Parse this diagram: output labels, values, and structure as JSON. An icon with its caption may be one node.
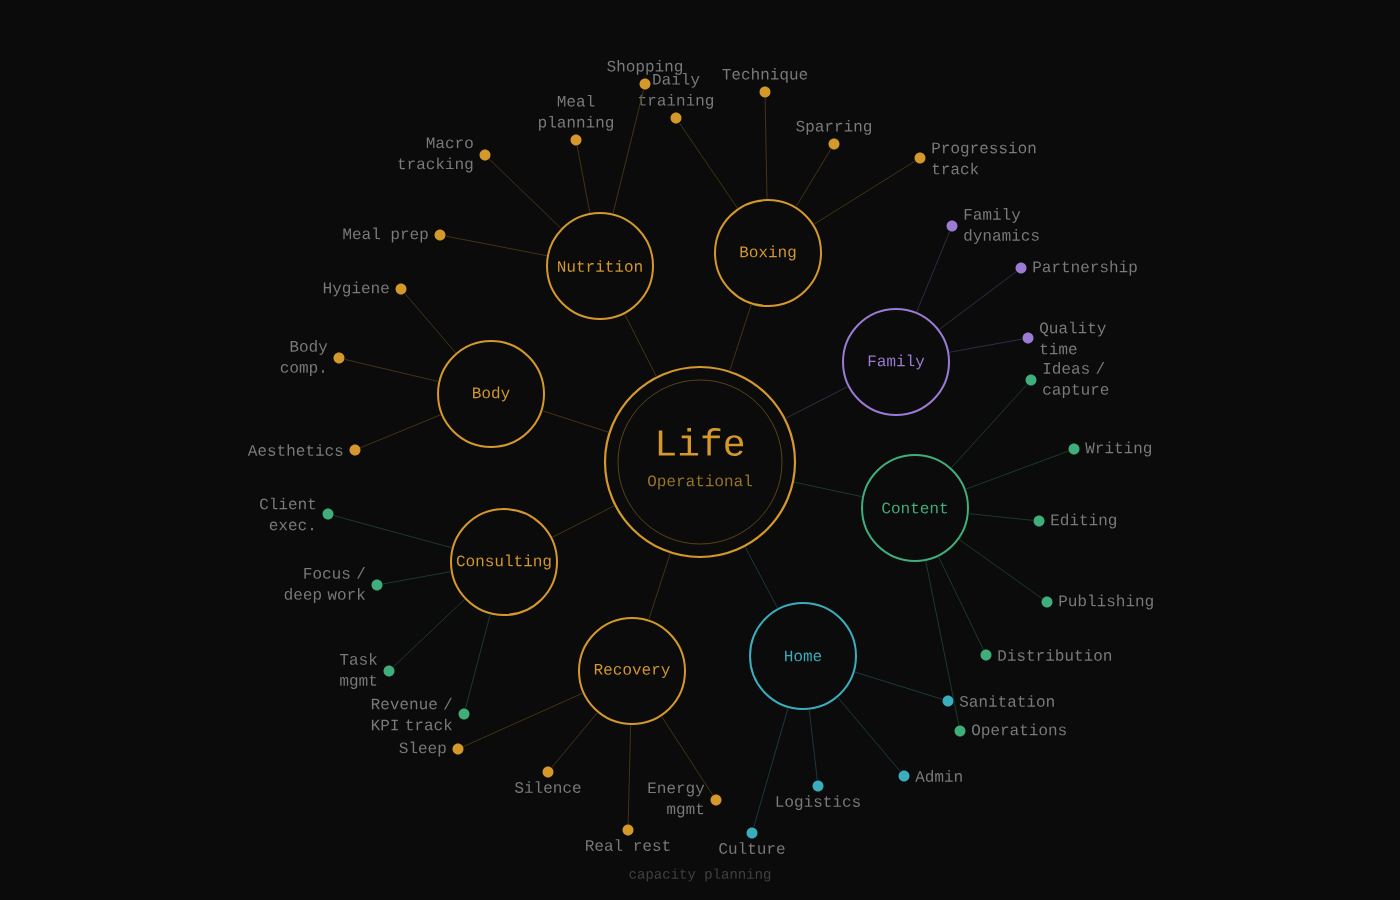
{
  "diagram": {
    "caption": "capacity planning",
    "nodes": [
      {
        "text": [
          "Life",
          "Operational"
        ]
      },
      {
        "text": [
          "Nutrition"
        ]
      },
      {
        "text": [
          "Boxing"
        ]
      },
      {
        "text": [
          "Family"
        ]
      },
      {
        "text": [
          "Content"
        ]
      },
      {
        "text": [
          "Home"
        ]
      },
      {
        "text": [
          "Recovery"
        ]
      },
      {
        "text": [
          "Consulting"
        ]
      },
      {
        "text": [
          "Body"
        ]
      },
      {
        "text": [
          "Meal prep"
        ]
      },
      {
        "text": [
          "Macro tracking"
        ]
      },
      {
        "text": [
          "Meal planning"
        ]
      },
      {
        "text": [
          "Shopping"
        ]
      },
      {
        "text": [
          "Daily training"
        ]
      },
      {
        "text": [
          "Technique"
        ]
      },
      {
        "text": [
          "Sparring"
        ]
      },
      {
        "text": [
          "Progression track"
        ]
      },
      {
        "text": [
          "Family dynamics"
        ]
      },
      {
        "text": [
          "Partnership"
        ]
      },
      {
        "text": [
          "Quality time"
        ]
      },
      {
        "text": [
          "Ideas / capture"
        ]
      },
      {
        "text": [
          "Writing"
        ]
      },
      {
        "text": [
          "Editing"
        ]
      },
      {
        "text": [
          "Publishing"
        ]
      },
      {
        "text": [
          "Distribution"
        ]
      },
      {
        "text": [
          "Operations"
        ]
      },
      {
        "text": [
          "Sanitation"
        ]
      },
      {
        "text": [
          "Admin"
        ]
      },
      {
        "text": [
          "Logistics"
        ]
      },
      {
        "text": [
          "Culture"
        ]
      },
      {
        "text": [
          "Sleep"
        ]
      },
      {
        "text": [
          "Silence"
        ]
      },
      {
        "text": [
          "Real rest"
        ]
      },
      {
        "text": [
          "Energy mgmt"
        ]
      },
      {
        "text": [
          "Client exec."
        ]
      },
      {
        "text": [
          "Focus / deep work"
        ]
      },
      {
        "text": [
          "Task mgmt"
        ]
      },
      {
        "text": [
          "Revenue / KPI track"
        ]
      },
      {
        "text": [
          "Hygiene"
        ]
      },
      {
        "text": [
          "Body comp."
        ]
      },
      {
        "text": [
          "Aesthetics"
        ]
      }
    ],
    "edges": [
      {
        "from": 0,
        "to": 1,
        "arrow": "none"
      },
      {
        "from": 0,
        "to": 2,
        "arrow": "none"
      },
      {
        "from": 0,
        "to": 3,
        "arrow": "none",
        "color": "#392f4b"
      },
      {
        "from": 0,
        "to": 4,
        "arrow": "none",
        "color": "#1c3f2f"
      },
      {
        "from": 0,
        "to": 5,
        "arrow": "none",
        "color": "#1a3f44"
      },
      {
        "from": 0,
        "to": 6,
        "arrow": "none"
      },
      {
        "from": 0,
        "to": 7,
        "arrow": "none"
      },
      {
        "from": 0,
        "to": 8,
        "arrow": "none"
      },
      {
        "from": 1,
        "to": 9,
        "arrow": "none"
      },
      {
        "from": 1,
        "to": 10,
        "arrow": "none"
      },
      {
        "from": 1,
        "to": 11,
        "arrow": "none"
      },
      {
        "from": 1,
        "to": 12,
        "arrow": "none"
      },
      {
        "from": 2,
        "to": 13,
        "arrow": "none"
      },
      {
        "from": 2,
        "to": 14,
        "arrow": "none"
      },
      {
        "from": 2,
        "to": 15,
        "arrow": "none"
      },
      {
        "from": 2,
        "to": 16,
        "arrow": "none"
      },
      {
        "from": 3,
        "to": 17,
        "arrow": "none",
        "color": "#392f4b"
      },
      {
        "from": 3,
        "to": 18,
        "arrow": "none",
        "color": "#392f4b"
      },
      {
        "from": 3,
        "to": 19,
        "arrow": "none",
        "color": "#392f4b"
      },
      {
        "from": 4,
        "to": 20,
        "arrow": "none",
        "color": "#1c3f2f"
      },
      {
        "from": 4,
        "to": 21,
        "arrow": "none",
        "color": "#1c3f2f"
      },
      {
        "from": 4,
        "to": 22,
        "arrow": "none",
        "color": "#1c3f2f"
      },
      {
        "from": 4,
        "to": 23,
        "arrow": "none",
        "color": "#1c3f2f"
      },
      {
        "from": 4,
        "to": 24,
        "arrow": "none",
        "color": "#1c3f2f"
      },
      {
        "from": 4,
        "to": 25,
        "arrow": "none",
        "color": "#1c3f2f"
      },
      {
        "from": 5,
        "to": 26,
        "arrow": "none",
        "color": "#1a3f44"
      },
      {
        "from": 5,
        "to": 27,
        "arrow": "none",
        "color": "#1a3f44"
      },
      {
        "from": 5,
        "to": 28,
        "arrow": "none",
        "color": "#1a3f44"
      },
      {
        "from": 5,
        "to": 29,
        "arrow": "none",
        "color": "#1a3f44"
      },
      {
        "from": 6,
        "to": 30,
        "arrow": "none"
      },
      {
        "from": 6,
        "to": 31,
        "arrow": "none"
      },
      {
        "from": 6,
        "to": 32,
        "arrow": "none"
      },
      {
        "from": 6,
        "to": 33,
        "arrow": "none"
      },
      {
        "from": 7,
        "to": 34,
        "arrow": "none",
        "color": "#1c3f2f"
      },
      {
        "from": 7,
        "to": 35,
        "arrow": "none",
        "color": "#1c3f2f"
      },
      {
        "from": 7,
        "to": 36,
        "arrow": "none",
        "color": "#1c3f2f"
      },
      {
        "from": 7,
        "to": 37,
        "arrow": "none",
        "color": "#1c3f2f"
      },
      {
        "from": 8,
        "to": 38,
        "arrow": "none"
      },
      {
        "from": 8,
        "to": 39,
        "arrow": "none"
      },
      {
        "from": 8,
        "to": 40,
        "arrow": "none"
      }
    ]
  }
}
